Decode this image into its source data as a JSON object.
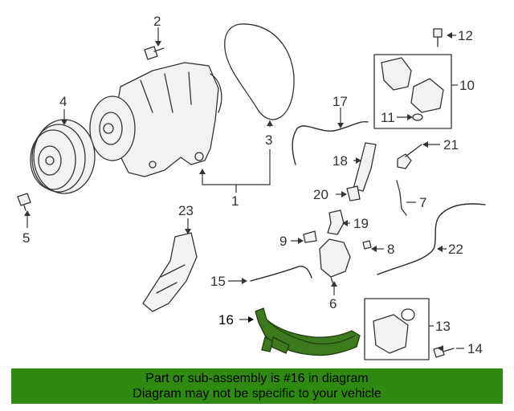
{
  "callouts": {
    "c1": "1",
    "c2": "2",
    "c3": "3",
    "c4": "4",
    "c5": "5",
    "c6": "6",
    "c7": "7",
    "c8": "8",
    "c9": "9",
    "c10": "10",
    "c11": "11",
    "c12": "12",
    "c13": "13",
    "c14": "14",
    "c15": "15",
    "c16": "16",
    "c17": "17",
    "c18": "18",
    "c19": "19",
    "c20": "20",
    "c21": "21",
    "c22": "22",
    "c23": "23"
  },
  "highlighted_part": "16",
  "colors": {
    "highlight": "#3d7a1e",
    "banner": "#2e8a10"
  },
  "banner": {
    "line1": "Part or sub-assembly is #16 in diagram",
    "line2": "Diagram may not be specific to your vehicle"
  }
}
